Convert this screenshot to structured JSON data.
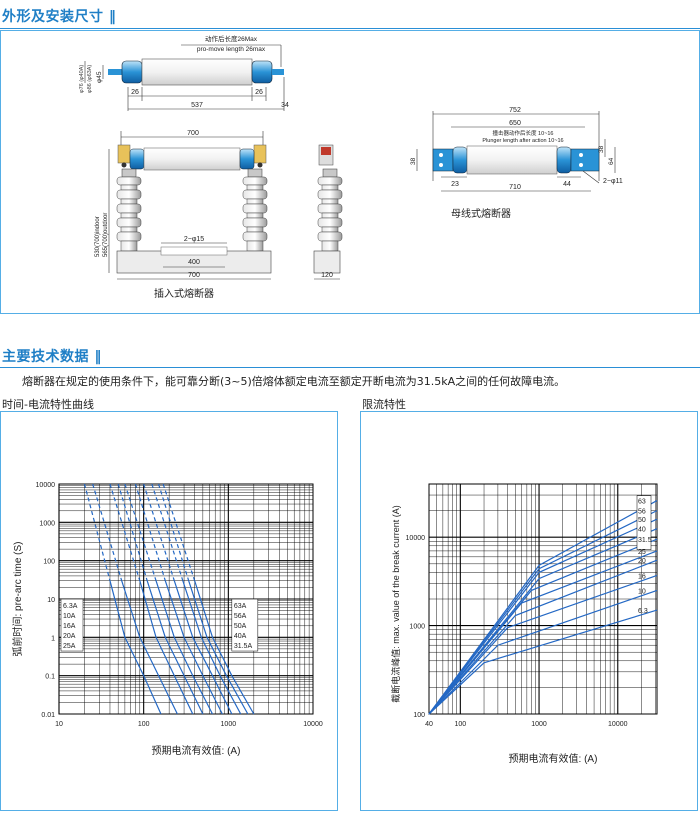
{
  "sections": {
    "dimensions_title": "外形及安装尺寸 ‖",
    "tech_title": "主要技术数据 ‖"
  },
  "dimensions": {
    "fuse": {
      "dim_top1": "动作后长度26Max",
      "dim_top2": "pro-move length 26max",
      "dim_left1": "φ76 (φ40A)",
      "dim_left2": "φ86 (φ63A)",
      "dim_dia": "φ45",
      "dim_26a": "26",
      "dim_537": "537",
      "dim_26b": "26",
      "dim_34": "34"
    },
    "plugin": {
      "dim_700_top": "700",
      "dim_height1": "530(700)indoor",
      "dim_height2": "565(700)outdoor",
      "dim_holes": "2−φ15",
      "dim_400": "400",
      "dim_700_bottom": "700",
      "dim_120": "120",
      "caption": "插入式熔断器"
    },
    "busbar": {
      "dim_752": "752",
      "dim_650": "650",
      "dim_plunger1": "撞击器动作后长度 10~16",
      "dim_plunger2": "Plunger length after action 10~16",
      "dim_38a": "38",
      "dim_38b": "38",
      "dim_64": "64",
      "dim_23": "23",
      "dim_44": "44",
      "dim_710": "710",
      "dim_holes": "2−φ11",
      "caption": "母线式熔断器"
    }
  },
  "tech": {
    "description": "熔断器在规定的使用条件下，能可靠分断(3~5)倍熔体额定电流至额定开断电流为31.5kA之间的任何故障电流。"
  },
  "chart_data": [
    {
      "type": "line",
      "title": "时间-电流特性曲线",
      "xlabel": "预期电流有效值: (A)",
      "ylabel": "弧前时间: pre-arc time (S)",
      "xscale": "log",
      "yscale": "log",
      "xlim": [
        10,
        10000
      ],
      "ylim": [
        0.01,
        10000
      ],
      "xticks": [
        "10",
        "100",
        "1000",
        "10000"
      ],
      "yticks": [
        "0.01",
        "0.1",
        "1",
        "10",
        "100",
        "1000",
        "10000"
      ],
      "grid": true,
      "legend_left": [
        "6.3A",
        "10A",
        "16A",
        "20A",
        "25A"
      ],
      "legend_right": [
        "63A",
        "56A",
        "50A",
        "40A",
        "31.5A"
      ],
      "series": [
        {
          "name": "6.3A",
          "x": [
            20,
            40,
            60,
            100,
            160
          ],
          "y": [
            10000,
            30,
            1,
            0.1,
            0.01
          ]
        },
        {
          "name": "10A",
          "x": [
            25,
            55,
            90,
            150,
            250
          ],
          "y": [
            10000,
            30,
            1,
            0.1,
            0.01
          ]
        },
        {
          "name": "16A",
          "x": [
            40,
            90,
            140,
            230,
            380
          ],
          "y": [
            10000,
            30,
            1,
            0.1,
            0.01
          ]
        },
        {
          "name": "20A",
          "x": [
            50,
            110,
            180,
            300,
            500
          ],
          "y": [
            10000,
            30,
            1,
            0.1,
            0.01
          ]
        },
        {
          "name": "25A",
          "x": [
            60,
            140,
            230,
            380,
            650
          ],
          "y": [
            10000,
            30,
            1,
            0.1,
            0.01
          ]
        },
        {
          "name": "31.5A",
          "x": [
            80,
            180,
            300,
            500,
            850
          ],
          "y": [
            10000,
            30,
            1,
            0.1,
            0.01
          ]
        },
        {
          "name": "40A",
          "x": [
            100,
            230,
            380,
            650,
            1100
          ],
          "y": [
            10000,
            30,
            1,
            0.1,
            0.01
          ]
        },
        {
          "name": "50A",
          "x": [
            125,
            290,
            480,
            800,
            1400
          ],
          "y": [
            10000,
            30,
            1,
            0.1,
            0.01
          ]
        },
        {
          "name": "56A",
          "x": [
            150,
            340,
            560,
            950,
            1700
          ],
          "y": [
            10000,
            30,
            1,
            0.1,
            0.01
          ]
        },
        {
          "name": "63A",
          "x": [
            170,
            400,
            650,
            1100,
            2000
          ],
          "y": [
            10000,
            30,
            1,
            0.1,
            0.01
          ]
        }
      ]
    },
    {
      "type": "line",
      "title": "限流特性",
      "xlabel": "预期电流有效值: (A)",
      "ylabel": "截断电流峰值: max. value of the break current (A)",
      "xscale": "log",
      "yscale": "log",
      "xlim": [
        40,
        31500
      ],
      "ylim": [
        100,
        40000
      ],
      "xticks": [
        "40",
        "100",
        "1000",
        "10000"
      ],
      "yticks": [
        "100",
        "1000",
        "10000"
      ],
      "grid": true,
      "legend": [
        "63",
        "56",
        "50",
        "40",
        "31.5",
        "25",
        "20",
        "16",
        "10",
        "6.3"
      ],
      "series": [
        {
          "name": "63",
          "x": [
            40,
            1000,
            31500
          ],
          "y": [
            100,
            4800,
            26000
          ]
        },
        {
          "name": "56",
          "x": [
            40,
            1000,
            31500
          ],
          "y": [
            100,
            4400,
            20000
          ]
        },
        {
          "name": "50",
          "x": [
            40,
            1000,
            31500
          ],
          "y": [
            100,
            4000,
            16000
          ]
        },
        {
          "name": "40",
          "x": [
            40,
            1000,
            31500
          ],
          "y": [
            100,
            3400,
            12500
          ]
        },
        {
          "name": "31.5",
          "x": [
            40,
            800,
            31500
          ],
          "y": [
            100,
            2500,
            9500
          ]
        },
        {
          "name": "25",
          "x": [
            40,
            600,
            31500
          ],
          "y": [
            100,
            1800,
            7000
          ]
        },
        {
          "name": "20",
          "x": [
            40,
            500,
            31500
          ],
          "y": [
            100,
            1300,
            5500
          ]
        },
        {
          "name": "16",
          "x": [
            40,
            400,
            31500
          ],
          "y": [
            100,
            950,
            3700
          ]
        },
        {
          "name": "10",
          "x": [
            40,
            300,
            31500
          ],
          "y": [
            100,
            600,
            2500
          ]
        },
        {
          "name": "6.3",
          "x": [
            40,
            200,
            31500
          ],
          "y": [
            100,
            380,
            1500
          ]
        }
      ]
    }
  ]
}
